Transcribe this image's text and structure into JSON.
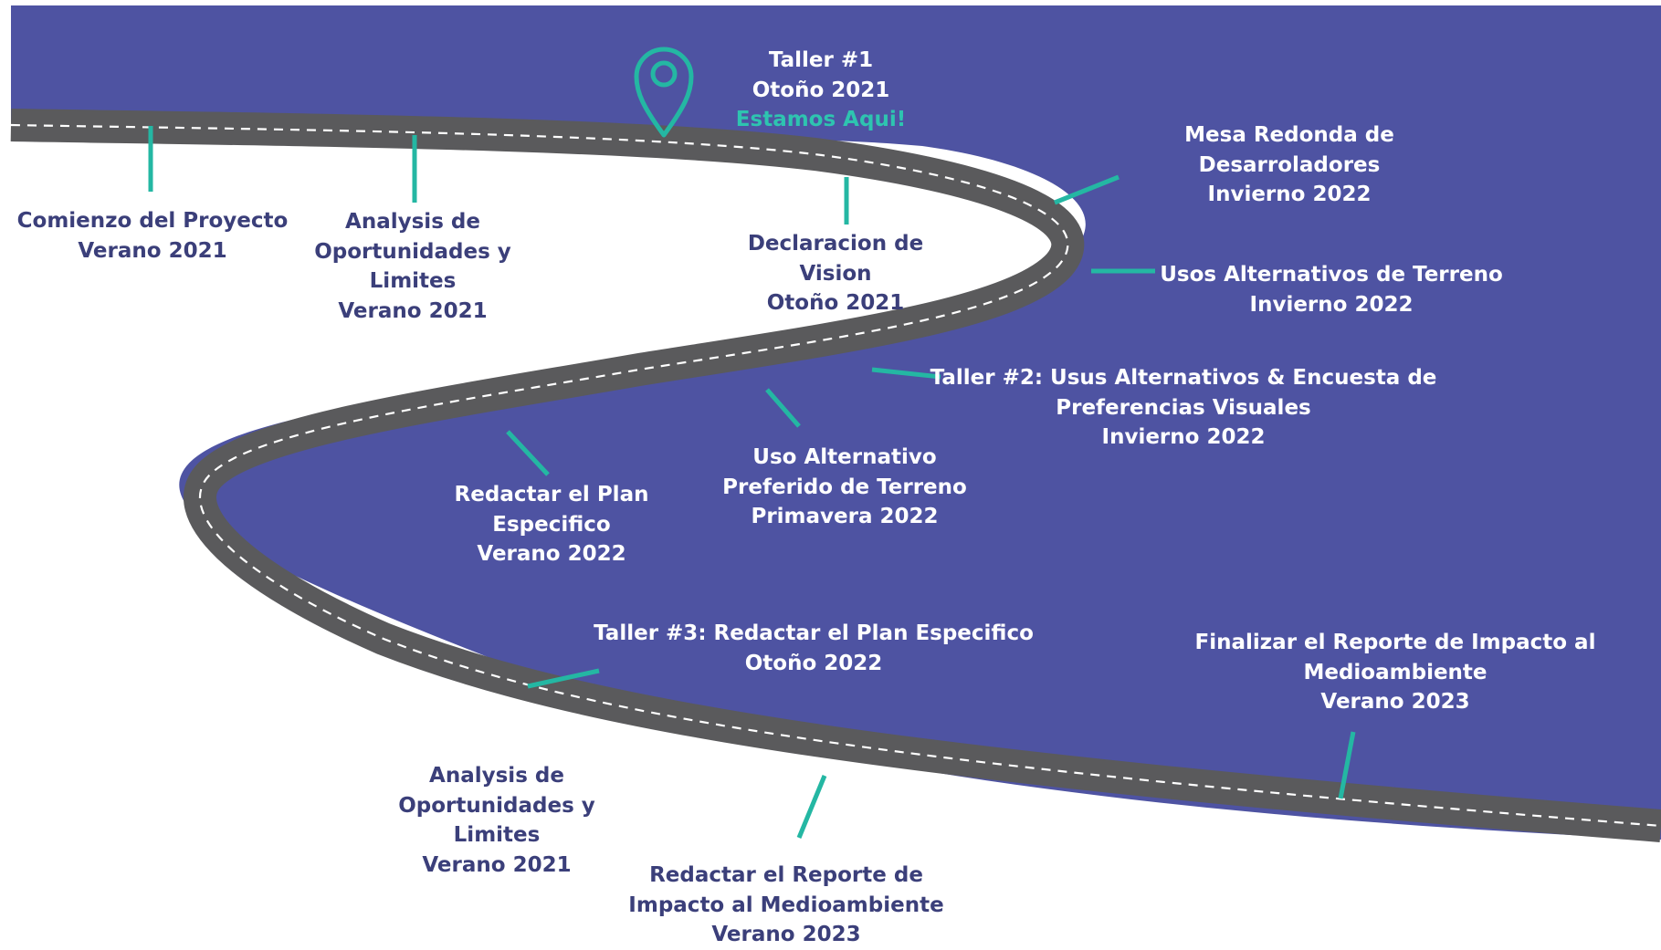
{
  "colors": {
    "background_blue": "#4e53a2",
    "road": "#5a5a5c",
    "road_dash": "#ffffff",
    "marker_teal": "#24b7a3",
    "text_on_blue": "#ffffff",
    "text_on_white": "#3b3f7a",
    "you_are_here": "#2ec4b0"
  },
  "location_pin": {
    "icon": "map-pin-icon"
  },
  "milestones": [
    {
      "lines": [
        "Comienzo del Proyecto",
        "Verano 2021"
      ]
    },
    {
      "lines": [
        "Analysis de",
        "Oportunidades y",
        "Limites",
        "Verano 2021"
      ]
    },
    {
      "lines": [
        "Taller #1",
        "Otoño 2021"
      ],
      "note": "Estamos Aqui!"
    },
    {
      "lines": [
        "Declaracion de",
        "Vision",
        "Otoño 2021"
      ]
    },
    {
      "lines": [
        "Mesa Redonda de",
        "Desarroladores",
        "Invierno 2022"
      ]
    },
    {
      "lines": [
        "Usos Alternativos de Terreno",
        "Invierno 2022"
      ]
    },
    {
      "lines": [
        "Taller #2: Usus Alternativos & Encuesta de",
        "Preferencias Visuales",
        "Invierno 2022"
      ]
    },
    {
      "lines": [
        "Uso Alternativo",
        "Preferido de Terreno",
        "Primavera 2022"
      ]
    },
    {
      "lines": [
        "Redactar el Plan",
        "Especifico",
        "Verano 2022"
      ]
    },
    {
      "lines": [
        "Taller #3: Redactar el Plan Especifico",
        "Otoño 2022"
      ]
    },
    {
      "lines": [
        "Finalizar el Reporte de Impacto al",
        "Medioambiente",
        "Verano 2023"
      ]
    },
    {
      "lines": [
        "Analysis de",
        "Oportunidades y",
        "Limites",
        "Verano 2021"
      ]
    },
    {
      "lines": [
        "Redactar el Reporte de",
        "Impacto al Medioambiente",
        "Verano 2023"
      ]
    }
  ]
}
